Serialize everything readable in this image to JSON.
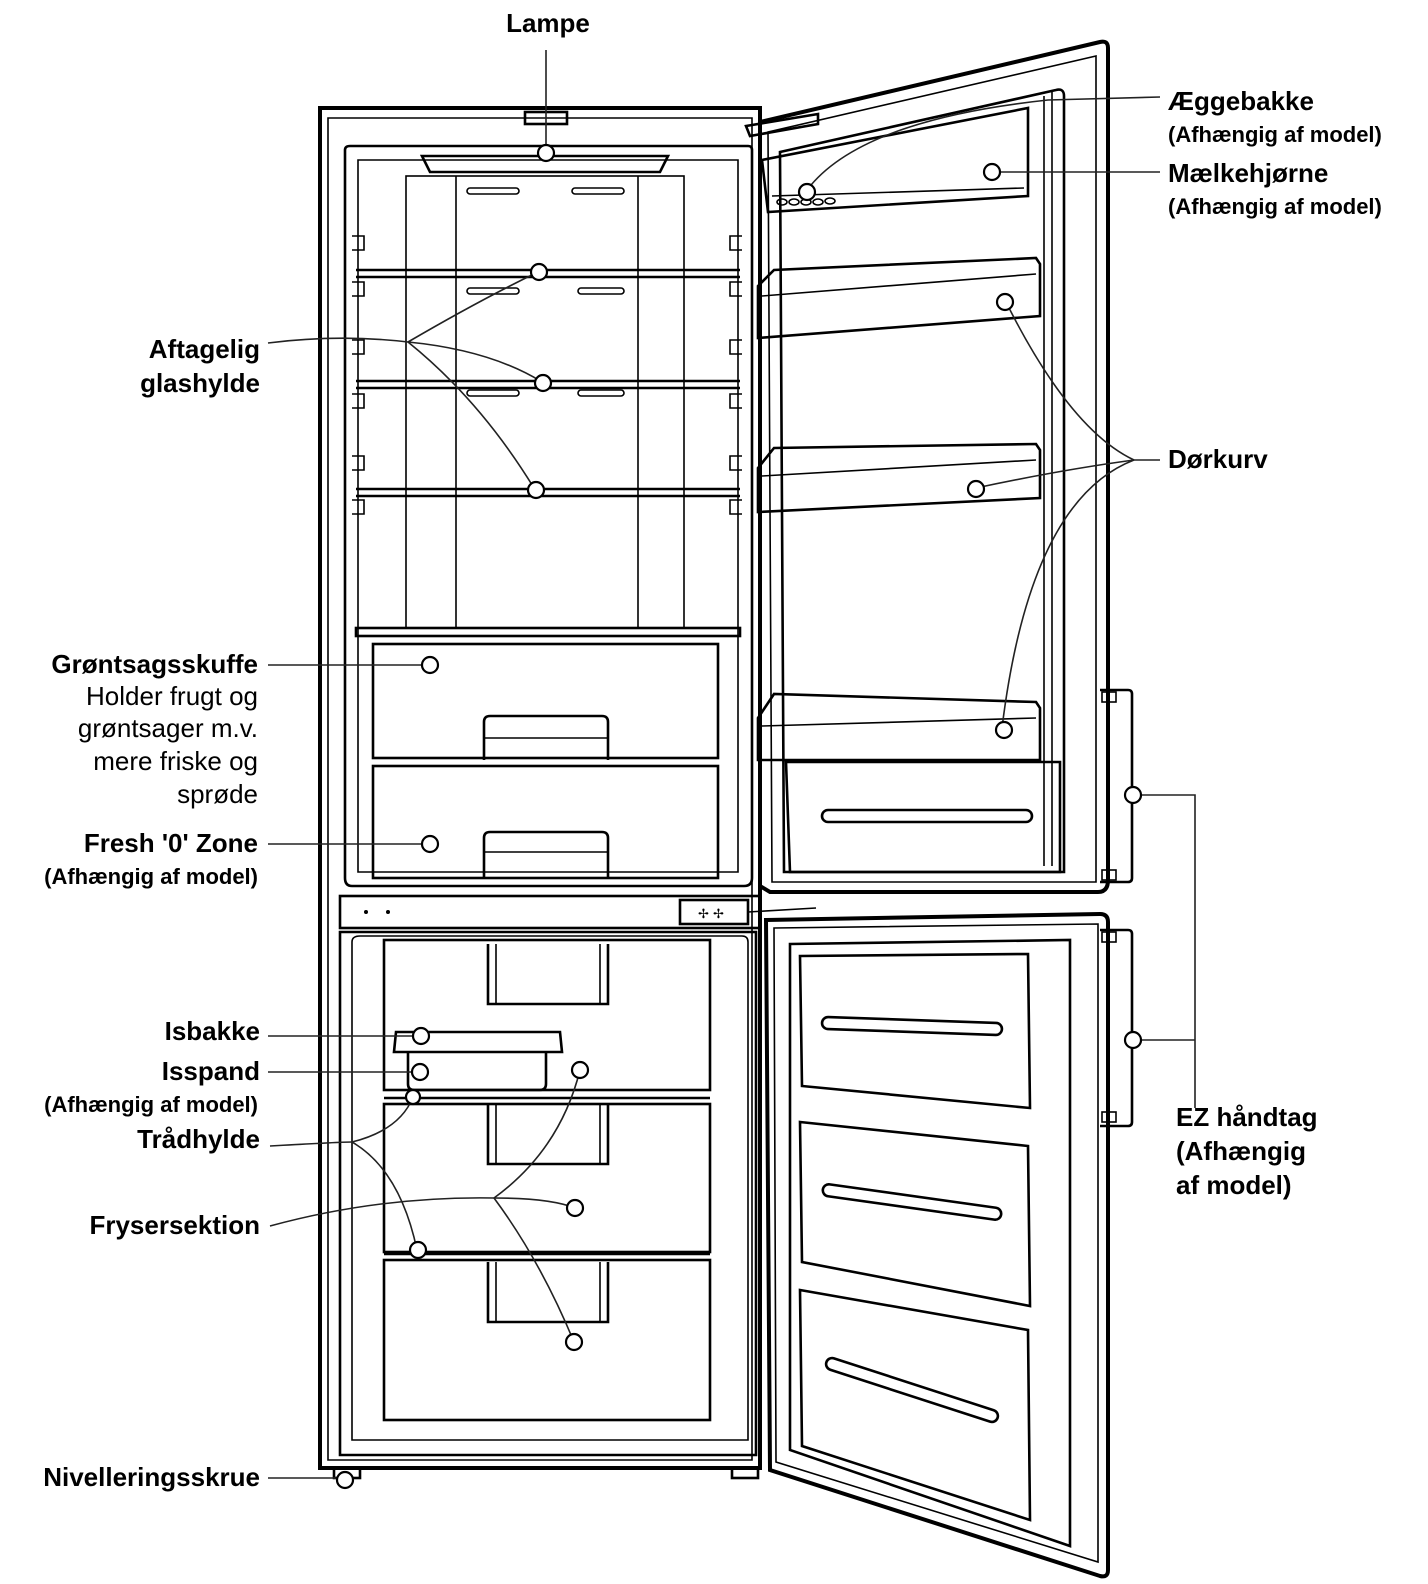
{
  "labels": {
    "lampe": "Lampe",
    "aeggebakke": "Æggebakke",
    "aeggebakke_note": "(Afhængig af model)",
    "maelkehjoerne": "Mælkehjørne",
    "maelkehjoerne_note": "(Afhængig af model)",
    "aftagelig_1": "Aftagelig",
    "aftagelig_2": "glashylde",
    "doerkurv": "Dørkurv",
    "groentsag": "Grøntsagsskuffe",
    "groentsag_d1": "Holder frugt og",
    "groentsag_d2": "grøntsager m.v.",
    "groentsag_d3": "mere friske og",
    "groentsag_d4": "sprøde",
    "fresh": "Fresh '0' Zone",
    "fresh_note": "(Afhængig af model)",
    "isbakke": "Isbakke",
    "isspand": "Isspand",
    "isspand_note": "(Afhængig af model)",
    "traadhylde": "Trådhylde",
    "frysersektion": "Frysersektion",
    "ez_1": "EZ håndtag",
    "ez_2": "(Afhængig",
    "ez_3": "af model)",
    "nivellering": "Nivelleringsskrue"
  }
}
